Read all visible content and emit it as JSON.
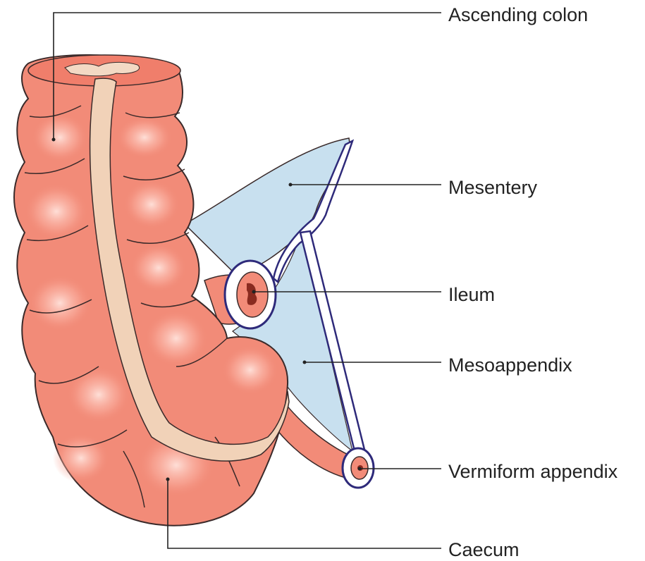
{
  "labels": {
    "ascending_colon": "Ascending colon",
    "mesentery": "Mesentery",
    "ileum": "Ileum",
    "mesoappendix": "Mesoappendix",
    "vermiform_appendix": "Vermiform appendix",
    "caecum": "Caecum"
  },
  "colors": {
    "colon_fill": "#f28b78",
    "colon_highlight": "#ffd0c6",
    "colon_outline": "#3a2a2a",
    "taenia": "#f1d2b8",
    "mesentery": "#c8e0ef",
    "mesentery_outline": "#2e2a7a",
    "leader_line": "#222222"
  }
}
